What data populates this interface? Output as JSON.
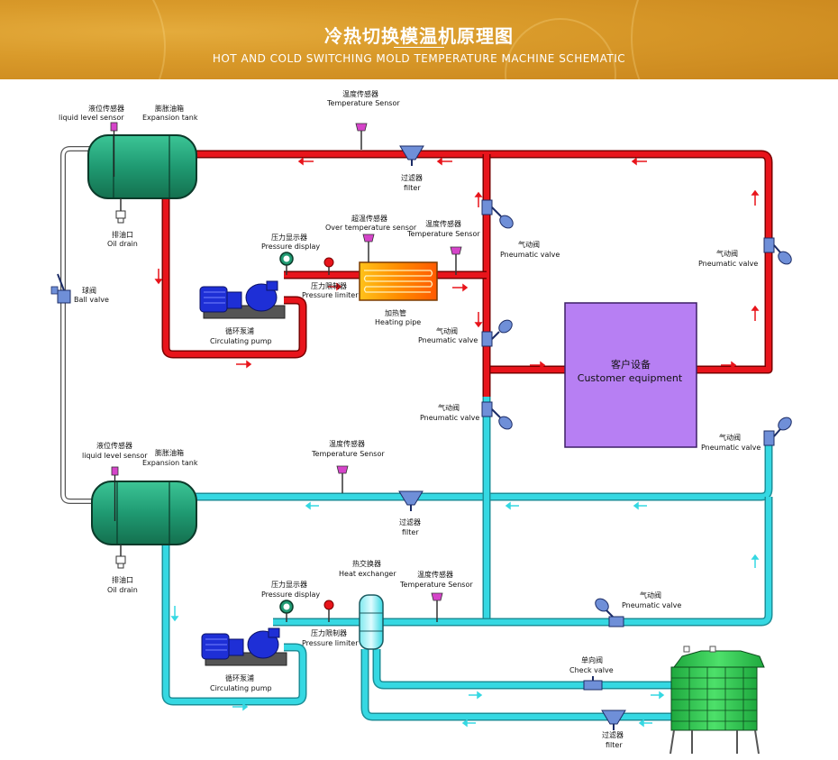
{
  "header": {
    "title_cn": "冷热切换模温机原理图",
    "title_en": "HOT AND COLD SWITCHING MOLD TEMPERATURE MACHINE SCHEMATIC"
  },
  "labels": {
    "liquid_level_top_cn": "液位传感器",
    "liquid_level_top_en": "liquid level sensor",
    "expansion_top_cn": "膨胀油箱",
    "expansion_top_en": "Expansion tank",
    "temp_top_cn": "温度传感器",
    "temp_top_en": "Temperature Sensor",
    "filter_top_cn": "过滤器",
    "filter_top_en": "filter",
    "oil_drain_top_cn": "排油口",
    "oil_drain_top_en": "Oil drain",
    "over_temp_cn": "超温传感器",
    "over_temp_en": "Over temperature sensor",
    "temp_mid_cn": "温度传感器",
    "temp_mid_en": "Temperature Sensor",
    "pressure_display_top_cn": "压力显示器",
    "pressure_display_top_en": "Pressure display",
    "pressure_limiter_top_cn": "压力限制器",
    "pressure_limiter_top_en": "Pressure limiter",
    "heating_pipe_cn": "加热管",
    "heating_pipe_en": "Heating pipe",
    "pump_top_cn": "循环泵浦",
    "pump_top_en": "Circulating pump",
    "ball_valve_cn": "球阀",
    "ball_valve_en": "Ball valve",
    "pv_right_top_cn": "气动阀",
    "pv_right_top_en": "Pneumatic valve",
    "pv_far_right_cn": "气动阀",
    "pv_far_right_en": "Pneumatic valve",
    "pv_mid_cn": "气动阀",
    "pv_mid_en": "Pneumatic valve",
    "pv_low_cn": "气动阀",
    "pv_low_en": "Pneumatic valve",
    "pv_right_low_cn": "气动阀",
    "pv_right_low_en": "Pneumatic valve",
    "customer_cn": "客户设备",
    "customer_en": "Customer equipment",
    "liquid_level_bot_cn": "液位传感器",
    "liquid_level_bot_en": "liquid level sensor",
    "expansion_bot_cn": "膨胀油箱",
    "expansion_bot_en": "Expansion tank",
    "temp_bot_cn": "温度传感器",
    "temp_bot_en": "Temperature Sensor",
    "filter_bot_cn": "过滤器",
    "filter_bot_en": "filter",
    "oil_drain_bot_cn": "排油口",
    "oil_drain_bot_en": "Oil drain",
    "heat_exchanger_cn": "热交换器",
    "heat_exchanger_en": "Heat exchanger",
    "temp_hx_cn": "温度传感器",
    "temp_hx_en": "Temperature Sensor",
    "pressure_display_bot_cn": "压力显示器",
    "pressure_display_bot_en": "Pressure display",
    "pressure_limiter_bot_cn": "压力限制器",
    "pressure_limiter_bot_en": "Pressure limiter",
    "pump_bot_cn": "循环泵浦",
    "pump_bot_en": "Circulating pump",
    "pv_bottom_cn": "气动阀",
    "pv_bottom_en": "Pneumatic valve",
    "check_valve_cn": "单向阀",
    "check_valve_en": "Check valve",
    "filter_tower_cn": "过滤器",
    "filter_tower_en": "filter"
  },
  "colors": {
    "hot_pipe": "#e8141b",
    "cold_pipe": "#35d8e2",
    "tank": "#1f9a72",
    "customer_box": "#b77ff3",
    "cooling_tower": "#2ecb52",
    "motor": "#1e2fd6",
    "valve": "#6f8fd8",
    "banner": "#d99a2a"
  }
}
